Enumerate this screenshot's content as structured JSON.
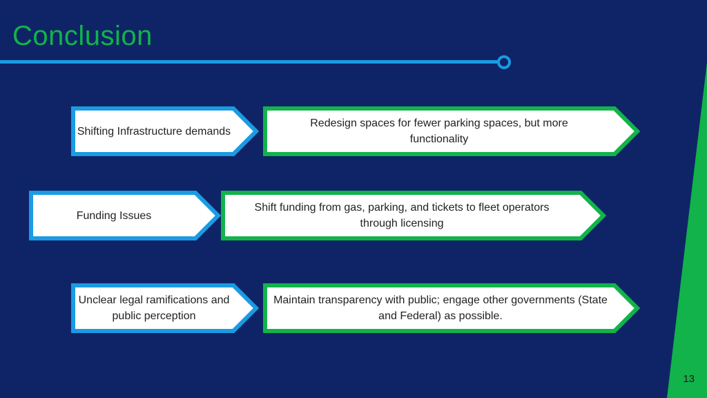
{
  "slide": {
    "title": "Conclusion",
    "page_number": "13"
  },
  "rows": [
    {
      "issue": "Shifting Infrastructure demands",
      "action": "Redesign spaces for fewer parking spaces, but more functionality"
    },
    {
      "issue": "Funding Issues",
      "action": "Shift funding from gas, parking, and tickets to fleet operators through licensing"
    },
    {
      "issue": "Unclear legal ramifications and public perception",
      "action": "Maintain transparency with public; engage other governments (State and Federal) as possible."
    }
  ],
  "colors": {
    "background": "#0f2466",
    "accent_blue": "#1a9be3",
    "accent_green": "#12b34a",
    "box_fill": "#ffffff"
  }
}
